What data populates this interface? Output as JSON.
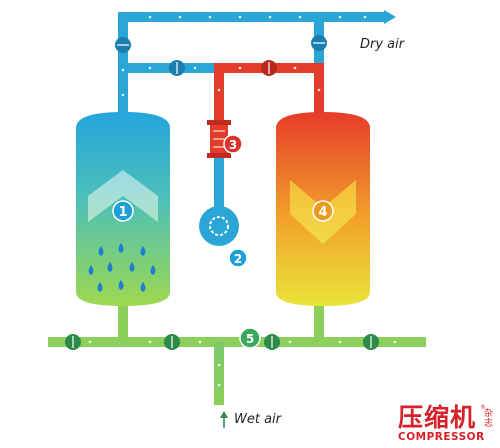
{
  "labels": {
    "dry_air": "Dry air",
    "wet_air": "Wet air"
  },
  "components": [
    {
      "number": "1",
      "name": "tower-1"
    },
    {
      "number": "2",
      "name": "blower"
    },
    {
      "number": "3",
      "name": "heater"
    },
    {
      "number": "4",
      "name": "tower-2"
    },
    {
      "number": "5",
      "name": "inlet-manifold"
    }
  ],
  "logo": {
    "chinese": "压缩机",
    "english": "COMPRESSOR",
    "side": "杂志"
  },
  "colors": {
    "dry_pipe": "#2aa6d6",
    "hot_pipe": "#e23c2b",
    "wet_pipe": "#8ccf5a",
    "valve_blue": "#1b7fae",
    "valve_green": "#2c8a4a",
    "badge_blue": "#1e9fd8",
    "badge_green": "#3aa85a",
    "badge_red": "#d9322a",
    "badge_orange": "#e99a1f",
    "logo_red": "#d6202a"
  }
}
